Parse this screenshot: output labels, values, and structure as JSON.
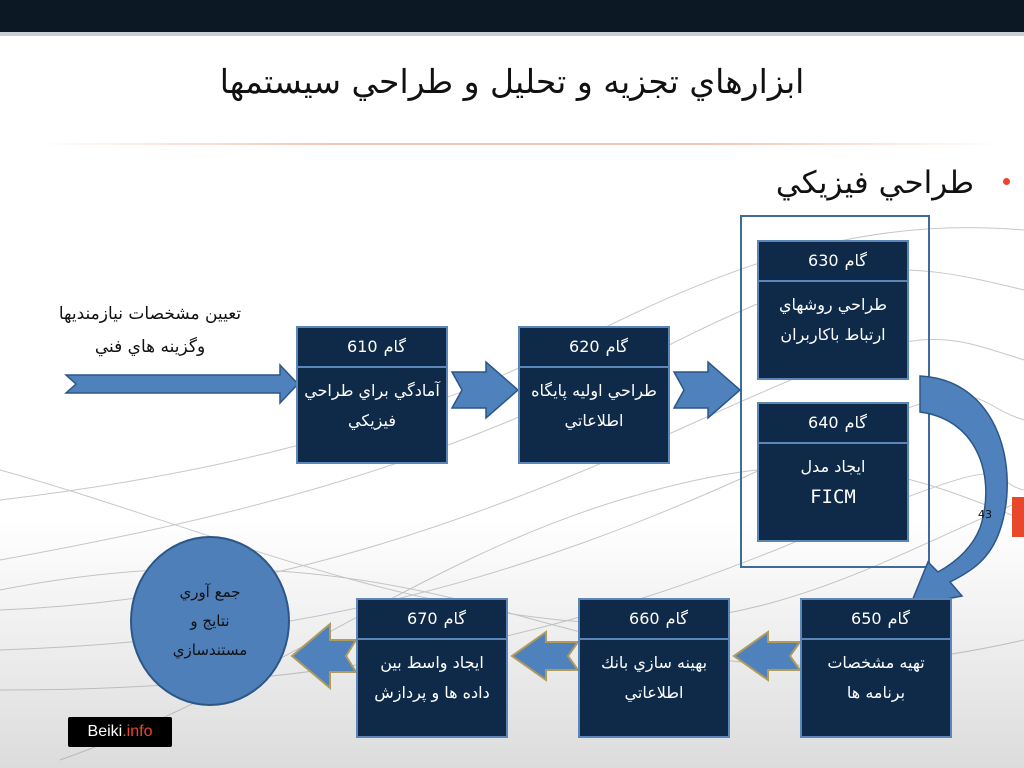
{
  "slide": {
    "title": "ابزارهاي تجزيه و تحليل و طراحي سيستمها",
    "bullet": "طراحي فيزيكي",
    "page_number": "43",
    "logo": {
      "main": "Beiki",
      "accent": ".info"
    }
  },
  "input": {
    "line1": "تعيين مشخصات نيازمنديها",
    "line2": "وگزينه هاي فني"
  },
  "steps": [
    {
      "step_word": "گام",
      "number": "610",
      "line1": "آمادگي براي طراحي",
      "line2": "فيزيكي"
    },
    {
      "step_word": "گام",
      "number": "620",
      "line1": "طراحي اوليه پايگاه",
      "line2": "اطلاعاتي"
    },
    {
      "step_word": "گام",
      "number": "630",
      "line1": "طراحي روشهاي",
      "line2": "ارتباط باكاربران"
    },
    {
      "step_word": "گام",
      "number": "640",
      "line1": "ايجاد مدل",
      "line2": "FICM"
    },
    {
      "step_word": "گام",
      "number": "650",
      "line1": "تهيه مشخصات",
      "line2": "برنامه ها"
    },
    {
      "step_word": "گام",
      "number": "660",
      "line1": "بهينه سازي بانك",
      "line2": "اطلاعاتي"
    },
    {
      "step_word": "گام",
      "number": "670",
      "line1": "ايجاد واسط بين",
      "line2": "داده ها و پردازش"
    }
  ],
  "output": {
    "line1": "جمع آوري",
    "line2": "نتايج و",
    "line3": "مستندسازي"
  },
  "colors": {
    "box_fill": "#0f2a48",
    "box_border": "#5d86b8",
    "arrow_fill": "#4f81bd",
    "arrow_outline": "#b09a5c",
    "accent": "#e8472b",
    "top_bar": "#0c1824"
  }
}
